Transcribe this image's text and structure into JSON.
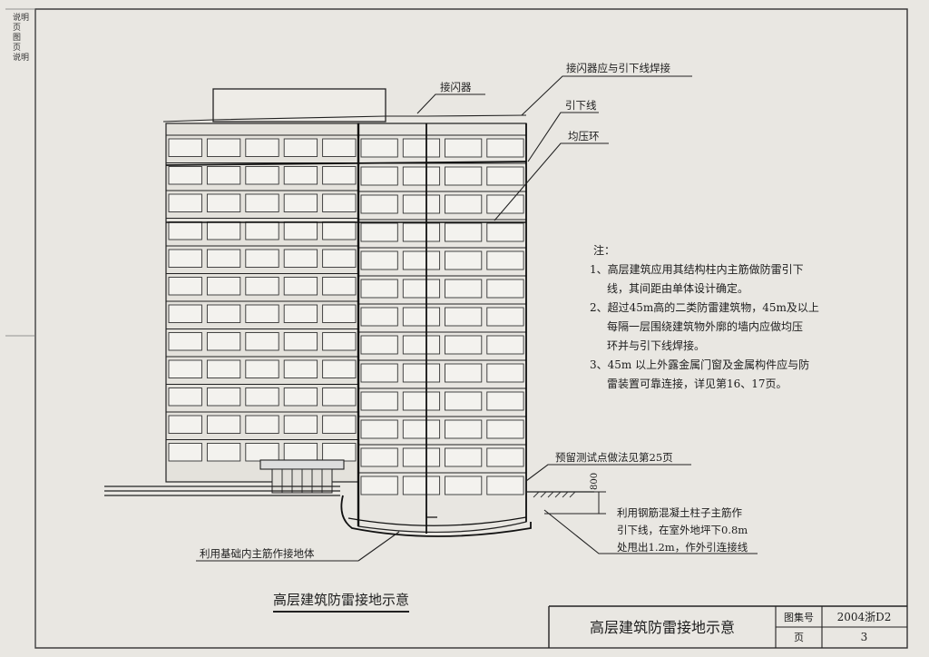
{
  "drawing": {
    "side_label": "说明 页 图 页 说明",
    "labels": {
      "air_terminal_welded": "接闪器应与引下线焊接",
      "air_terminal": "接闪器",
      "down_conductor": "引下线",
      "equalizing_ring": "均压环",
      "test_point": "预留测试点做法见第25页",
      "foundation_grounding": "利用基础内主筋作接地体",
      "dimension_800": "800"
    },
    "column_rebar_note": [
      "利用钢筋混凝土柱子主筋作",
      "引下线，在室外地坪下0.8m",
      "处甩出1.2m，作外引连接线"
    ],
    "notes": {
      "heading": "注：",
      "items": [
        [
          "1、高层建筑应用其结构柱内主筋做防雷引下",
          "线，其间距由单体设计确定。"
        ],
        [
          "2、超过45m高的二类防雷建筑物，45m及以上",
          "每隔一层围绕建筑物外廓的墙内应做均压",
          "环并与引下线焊接。"
        ],
        [
          "3、45m 以上外露金属门窗及金属构件应与防",
          "雷装置可靠连接，详见第16、17页。"
        ]
      ]
    },
    "caption": "高层建筑防雷接地示意"
  },
  "title_block": {
    "title": "高层建筑防雷接地示意",
    "atlas_label": "图集号",
    "atlas_no": "2004浙D2",
    "page_label": "页",
    "page_no": "3"
  }
}
